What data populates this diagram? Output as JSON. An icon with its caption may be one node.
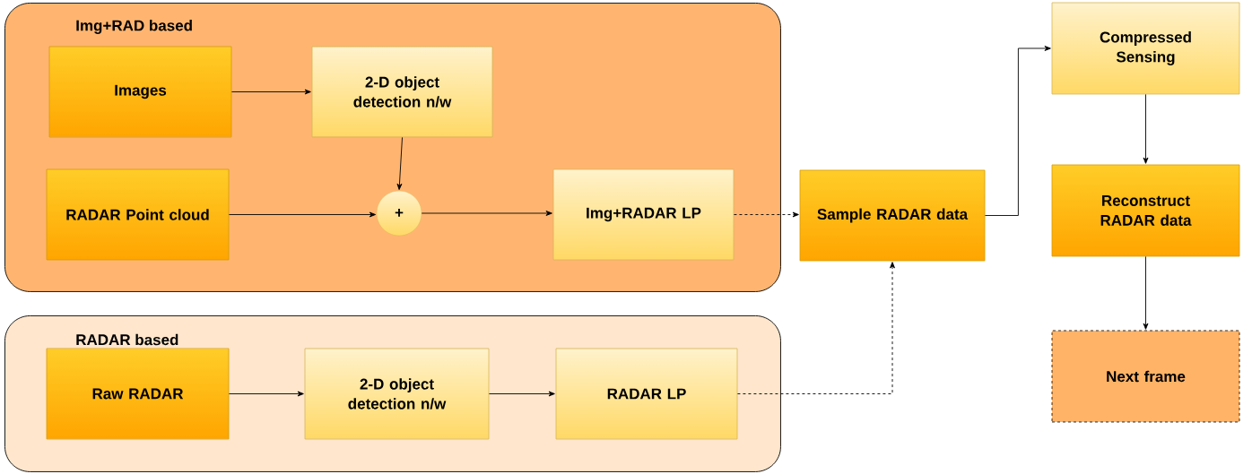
{
  "diagram": {
    "nodes": [
      {
        "text": [
          "Img+RAD based"
        ]
      },
      {
        "text": [
          "Images"
        ],
        "in": 0
      },
      {
        "text": [
          "2-D object detection n/w"
        ],
        "in": 0
      },
      {
        "text": [
          "RADAR Point cloud"
        ],
        "in": 0
      },
      {
        "text": [
          "+"
        ],
        "in": 0
      },
      {
        "text": [
          "Img+RADAR LP"
        ],
        "in": 0
      },
      {
        "text": [
          "RADAR based"
        ]
      },
      {
        "text": [
          "Raw RADAR"
        ],
        "in": 6
      },
      {
        "text": [
          "2-D object detection n/w"
        ],
        "in": 6
      },
      {
        "text": [
          "RADAR LP"
        ],
        "in": 6
      },
      {
        "text": [
          "Sample RADAR data"
        ]
      },
      {
        "text": [
          "Compressed Sensing"
        ]
      },
      {
        "text": [
          "Reconstruct RADAR data"
        ]
      },
      {
        "text": [
          "Next frame"
        ]
      }
    ],
    "edges": [
      {
        "from": 1,
        "to": 2,
        "arrow": "to"
      },
      {
        "from": 2,
        "to": 4,
        "arrow": "to"
      },
      {
        "from": 3,
        "to": 4,
        "arrow": "to"
      },
      {
        "from": 4,
        "to": 5,
        "arrow": "to"
      },
      {
        "from": 5,
        "to": 10,
        "arrow": "to",
        "style": "dashed"
      },
      {
        "from": 7,
        "to": 8,
        "arrow": "to"
      },
      {
        "from": 8,
        "to": 9,
        "arrow": "to"
      },
      {
        "from": 9,
        "to": 10,
        "arrow": "to",
        "style": "dashed"
      },
      {
        "from": 10,
        "to": 11,
        "arrow": "to"
      },
      {
        "from": 11,
        "to": 12,
        "arrow": "to"
      },
      {
        "from": 12,
        "to": 13,
        "arrow": "to"
      }
    ]
  }
}
